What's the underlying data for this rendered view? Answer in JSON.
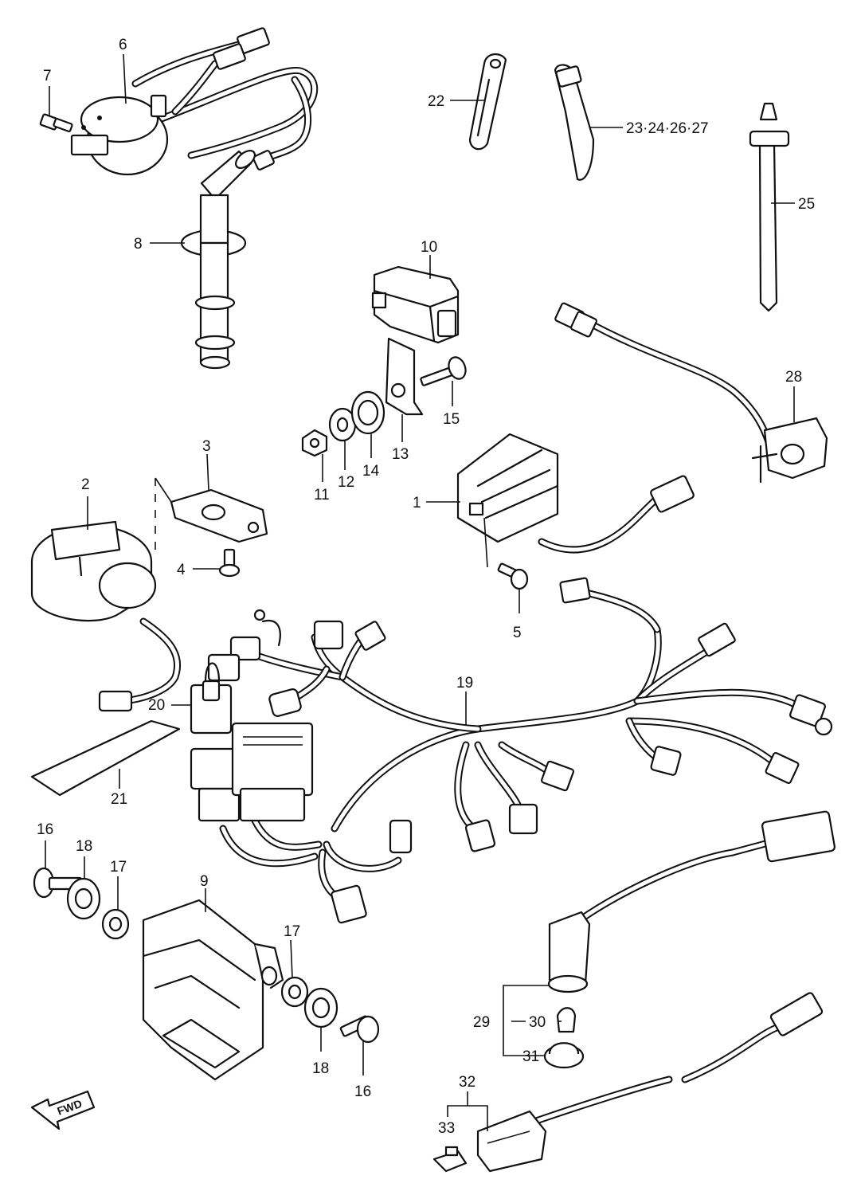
{
  "callouts": [
    {
      "id": "c1",
      "label": "1"
    },
    {
      "id": "c2",
      "label": "2"
    },
    {
      "id": "c3",
      "label": "3"
    },
    {
      "id": "c4",
      "label": "4"
    },
    {
      "id": "c5",
      "label": "5"
    },
    {
      "id": "c6",
      "label": "6"
    },
    {
      "id": "c7",
      "label": "7"
    },
    {
      "id": "c8",
      "label": "8"
    },
    {
      "id": "c9",
      "label": "9"
    },
    {
      "id": "c10",
      "label": "10"
    },
    {
      "id": "c11",
      "label": "11"
    },
    {
      "id": "c12",
      "label": "12"
    },
    {
      "id": "c13",
      "label": "13"
    },
    {
      "id": "c14",
      "label": "14"
    },
    {
      "id": "c15",
      "label": "15"
    },
    {
      "id": "c16a",
      "label": "16"
    },
    {
      "id": "c16b",
      "label": "16"
    },
    {
      "id": "c17a",
      "label": "17"
    },
    {
      "id": "c17b",
      "label": "17"
    },
    {
      "id": "c18a",
      "label": "18"
    },
    {
      "id": "c18b",
      "label": "18"
    },
    {
      "id": "c19",
      "label": "19"
    },
    {
      "id": "c20",
      "label": "20"
    },
    {
      "id": "c21",
      "label": "21"
    },
    {
      "id": "c22",
      "label": "22"
    },
    {
      "id": "c23",
      "label": "23·24·26·27"
    },
    {
      "id": "c25",
      "label": "25"
    },
    {
      "id": "c28",
      "label": "28"
    },
    {
      "id": "c29",
      "label": "29"
    },
    {
      "id": "c30",
      "label": "30"
    },
    {
      "id": "c31",
      "label": "31"
    },
    {
      "id": "c32",
      "label": "32"
    },
    {
      "id": "c33",
      "label": "33"
    }
  ],
  "fwd_arrow": {
    "label": "FWD"
  }
}
